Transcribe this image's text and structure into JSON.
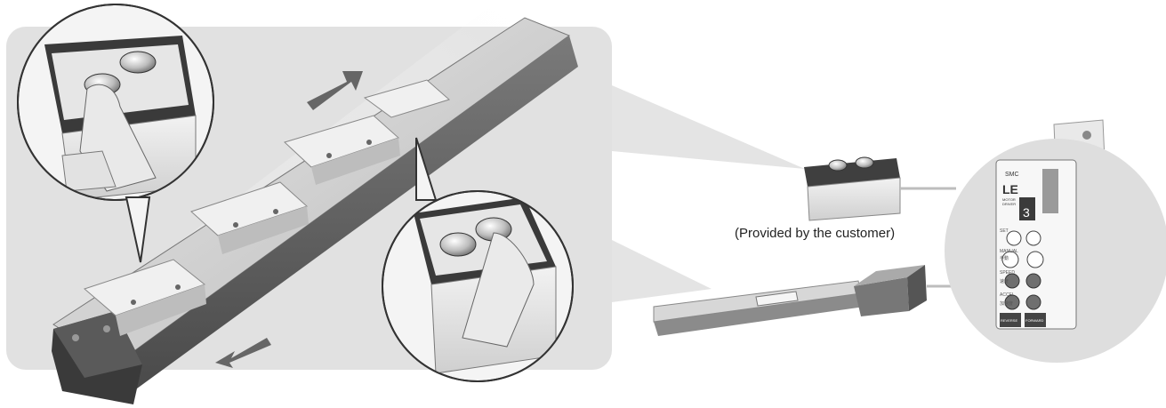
{
  "illustration": {
    "caption": "(Provided by the customer)",
    "driver_panel": {
      "brand": "SMC",
      "model_letters": "LE",
      "model_lines": [
        "MOTOR",
        "DRIVER"
      ],
      "digit": "3",
      "labels": [
        "SET",
        "MANUAL",
        "SPEED",
        "ACCEL"
      ],
      "cjk_labels": [
        "手動",
        "速度",
        "加速度"
      ],
      "bottom_buttons": [
        "REVERSE",
        "FORWARD"
      ]
    }
  }
}
